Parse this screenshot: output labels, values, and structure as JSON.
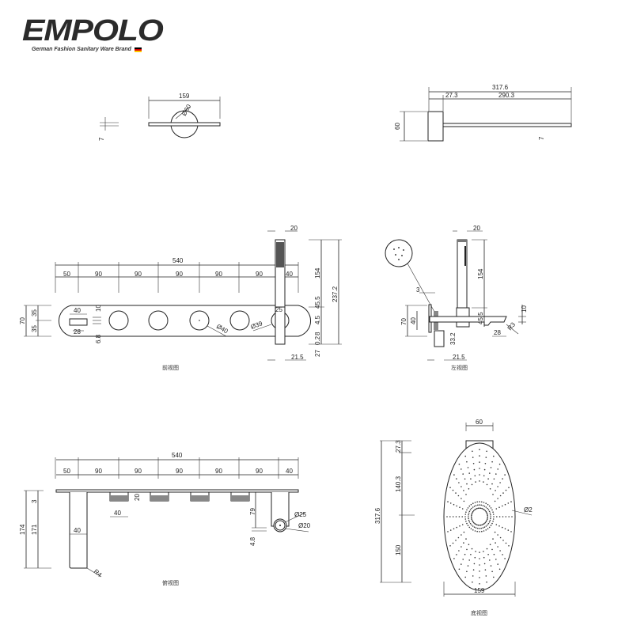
{
  "logo": {
    "word": "EMPOLO",
    "tagline": "German Fashion Sanitary Ware Brand",
    "flag_icon": "germany-flag"
  },
  "handle_top": {
    "width": "159",
    "diameter": "Ø60",
    "thickness": "7"
  },
  "handle_side": {
    "total": "317.6",
    "base": "27.3",
    "bar": "290.3",
    "height": "60",
    "thickness": "7"
  },
  "front": {
    "total": "540",
    "spacing": [
      "50",
      "90",
      "90",
      "90",
      "90",
      "90",
      "40"
    ],
    "handle_width": "20",
    "h70": "70",
    "h35a": "35",
    "h35b": "35",
    "w40": "40",
    "w28": "28",
    "d10": "10",
    "d6_8": "6.8",
    "knob_d": "Ø40",
    "holder_d": "Ø39",
    "d25": "25",
    "h154": "154",
    "h237": "237.2",
    "h45_5": "45.5",
    "h4_5": "4.5",
    "h8": "8",
    "h0_2": "0.2",
    "h27": "27",
    "w21_5": "21.5",
    "caption": "前视图"
  },
  "left": {
    "handle_width": "20",
    "h154": "154",
    "d3": "3",
    "h70": "70",
    "h40": "40",
    "h45_5": "45.5",
    "h33_2": "33.2",
    "d10": "10",
    "w28": "28",
    "r3": "R3",
    "w21_5": "21.5",
    "caption": "左视图"
  },
  "top": {
    "total": "540",
    "spacing": [
      "50",
      "90",
      "90",
      "90",
      "90",
      "90",
      "40"
    ],
    "h174": "174",
    "h3": "3",
    "h171": "171",
    "w40a": "40",
    "w40b": "40",
    "d20": "20",
    "d79": "79",
    "d4_8": "4.8",
    "d25": "Ø25",
    "d20b": "Ø20",
    "r4": "R4",
    "caption": "俯视图"
  },
  "head": {
    "neck": "60",
    "total": "317.6",
    "h27_3": "27.3",
    "h140_3": "140.3",
    "h150": "150",
    "width": "159",
    "nozzle": "Ø2",
    "caption": "底视图"
  }
}
